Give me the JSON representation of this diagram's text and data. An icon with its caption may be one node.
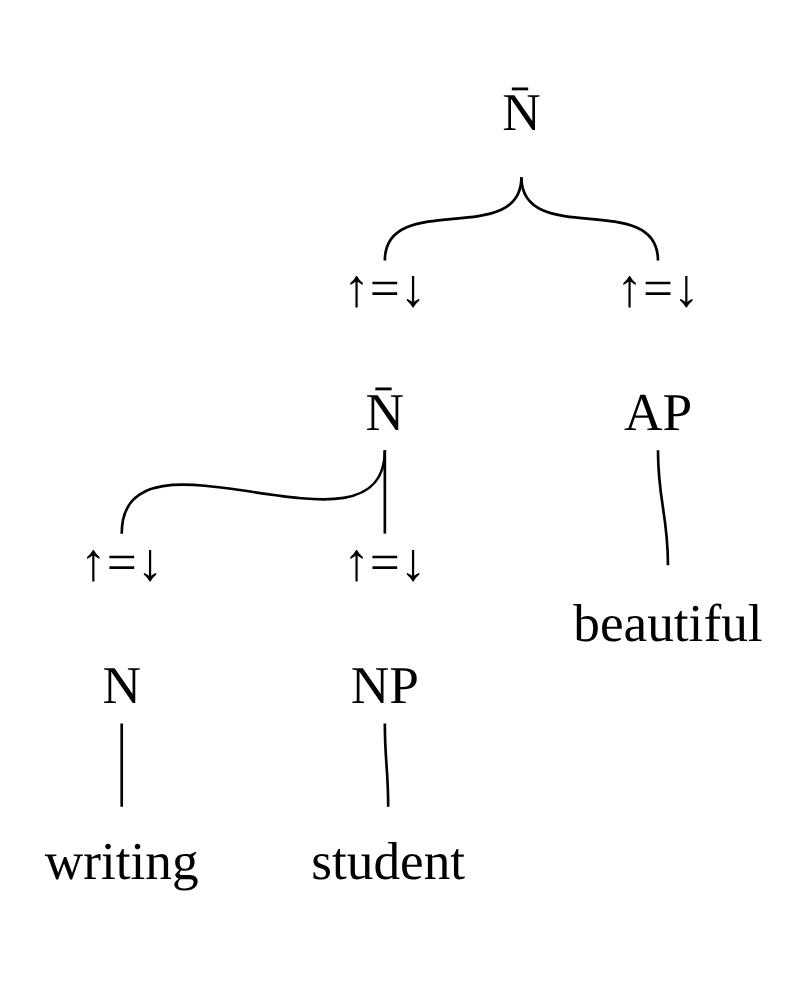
{
  "diagram": {
    "nodes": [
      {
        "text": [
          "N̄"
        ]
      },
      {
        "text": [
          "↑=↓",
          "N̄"
        ]
      },
      {
        "text": [
          "↑=↓",
          "AP"
        ]
      },
      {
        "text": [
          "↑=↓",
          "N"
        ]
      },
      {
        "text": [
          "↑=↓",
          "NP"
        ]
      },
      {
        "text": [
          "writing"
        ]
      },
      {
        "text": [
          "student"
        ]
      },
      {
        "text": [
          "beautiful"
        ]
      }
    ],
    "edges": [
      {
        "from": 0,
        "to": 1,
        "arrow": "none"
      },
      {
        "from": 0,
        "to": 2,
        "arrow": "none"
      },
      {
        "from": 1,
        "to": 3,
        "arrow": "none"
      },
      {
        "from": 1,
        "to": 4,
        "arrow": "none"
      },
      {
        "from": 3,
        "to": 5,
        "arrow": "none"
      },
      {
        "from": 4,
        "to": 6,
        "arrow": "none"
      },
      {
        "from": 2,
        "to": 7,
        "arrow": "none"
      }
    ]
  }
}
